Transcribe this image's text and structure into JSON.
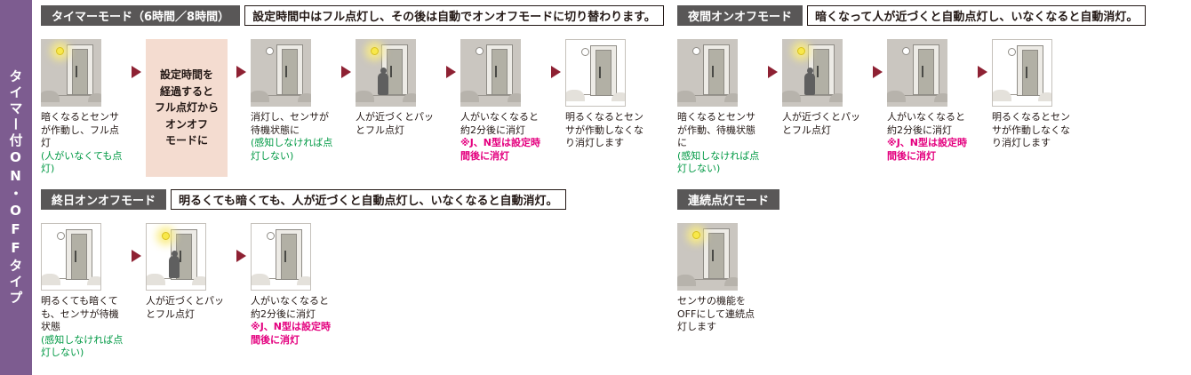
{
  "sidebar": {
    "title": "タイマー付ON・OFFタイプ"
  },
  "colors": {
    "sidebar_purple": "#7d5c90",
    "header_gray": "#595757",
    "arrow_red": "#8e2133",
    "note_green": "#009944",
    "note_pink": "#e4007f",
    "transition_box_pink": "#f4dcd0"
  },
  "sections": [
    {
      "title": "タイマーモード（6時間／8時間）",
      "description": "設定時間中はフル点灯し、その後は自動でオンオフモードに切り替わります。",
      "steps": [
        {
          "type": "scene",
          "scene": {
            "bg": "dark",
            "lit": true,
            "person": false
          },
          "caption": "暗くなるとセンサが作動し、フル点灯",
          "green_note": "(人がいなくても点灯)"
        },
        {
          "type": "box",
          "text": "設定時間を\n経過すると\nフル点灯から\nオンオフ\nモードに"
        },
        {
          "type": "scene",
          "scene": {
            "bg": "dark",
            "lit": false,
            "person": false
          },
          "caption": "消灯し、センサが待機状態に",
          "green_note": "(感知しなければ点灯しない)"
        },
        {
          "type": "scene",
          "scene": {
            "bg": "dark",
            "lit": true,
            "person": true
          },
          "caption": "人が近づくとパッとフル点灯"
        },
        {
          "type": "scene",
          "scene": {
            "bg": "dark",
            "lit": false,
            "person": false
          },
          "caption": "人がいなくなると約2分後に消灯",
          "pink_note": "※J、N型は設定時間後に消灯"
        },
        {
          "type": "scene",
          "scene": {
            "bg": "day",
            "lit": false,
            "person": false
          },
          "caption": "明るくなるとセンサが作動しなくなり消灯します"
        }
      ]
    },
    {
      "title": "夜間オンオフモード",
      "description": "暗くなって人が近づくと自動点灯し、いなくなると自動消灯。",
      "steps": [
        {
          "type": "scene",
          "scene": {
            "bg": "dark",
            "lit": false,
            "person": false
          },
          "caption": "暗くなるとセンサが作動、待機状態に",
          "green_note": "(感知しなければ点灯しない)"
        },
        {
          "type": "scene",
          "scene": {
            "bg": "dark",
            "lit": true,
            "person": true
          },
          "caption": "人が近づくとパッとフル点灯"
        },
        {
          "type": "scene",
          "scene": {
            "bg": "dark",
            "lit": false,
            "person": false
          },
          "caption": "人がいなくなると約2分後に消灯",
          "pink_note": "※J、N型は設定時間後に消灯"
        },
        {
          "type": "scene",
          "scene": {
            "bg": "day",
            "lit": false,
            "person": false
          },
          "caption": "明るくなるとセンサが作動しなくなり消灯します"
        }
      ]
    },
    {
      "title": "終日オンオフモード",
      "description": "明るくても暗くても、人が近づくと自動点灯し、いなくなると自動消灯。",
      "steps": [
        {
          "type": "scene",
          "scene": {
            "bg": "day",
            "lit": false,
            "person": false
          },
          "caption": "明るくても暗くても、センサが待機状態",
          "green_note": "(感知しなければ点灯しない)"
        },
        {
          "type": "scene",
          "scene": {
            "bg": "day",
            "lit": true,
            "person": true
          },
          "caption": "人が近づくとパッとフル点灯"
        },
        {
          "type": "scene",
          "scene": {
            "bg": "day",
            "lit": false,
            "person": false
          },
          "caption": "人がいなくなると約2分後に消灯",
          "pink_note": "※J、N型は設定時間後に消灯"
        }
      ]
    },
    {
      "title": "連続点灯モード",
      "description": "",
      "steps": [
        {
          "type": "scene",
          "scene": {
            "bg": "dark",
            "lit": true,
            "person": false
          },
          "caption": "センサの機能をOFFにして連続点灯します"
        }
      ]
    }
  ]
}
